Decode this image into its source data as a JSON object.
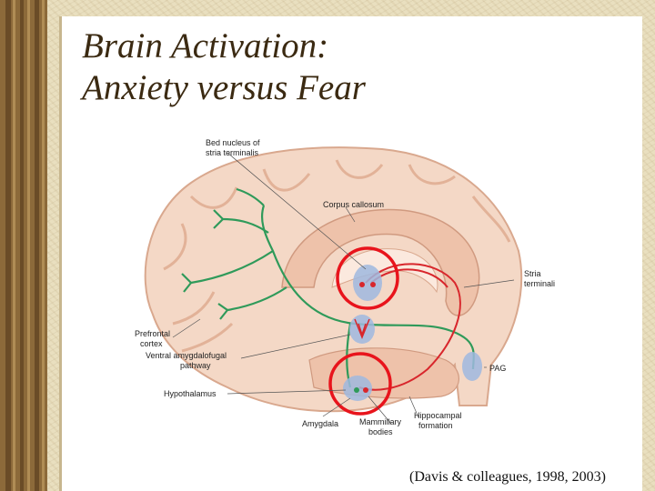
{
  "slide": {
    "title_line1": "Brain Activation:",
    "title_line2": "Anxiety versus Fear",
    "citation": "(Davis & colleagues, 1998, 2003)"
  },
  "diagram": {
    "labels": {
      "bnst_line1": "Bed nucleus of",
      "bnst_line2": "stria terminalis",
      "corpus_callosum": "Corpus callosum",
      "stria_line1": "Stria",
      "stria_line2": "terminalis",
      "prefrontal_line1": "Prefrontal",
      "prefrontal_line2": "cortex",
      "ventral_line1": "Ventral amygdalofugal",
      "ventral_line2": "pathway",
      "pag": "PAG",
      "hypothalamus": "Hypothalamus",
      "amygdala": "Amygdala",
      "mammillary_line1": "Mammillary",
      "mammillary_line2": "bodies",
      "hippocampal_line1": "Hippocampal",
      "hippocampal_line2": "formation"
    },
    "colors": {
      "tissue": "#f4d8c6",
      "fold": "#e6b9a0",
      "pathway_green": "#2f9a5a",
      "pathway_red": "#d8262c",
      "nucleus_blue": "#9fb9df",
      "highlight_circle": "#e8141c"
    }
  }
}
